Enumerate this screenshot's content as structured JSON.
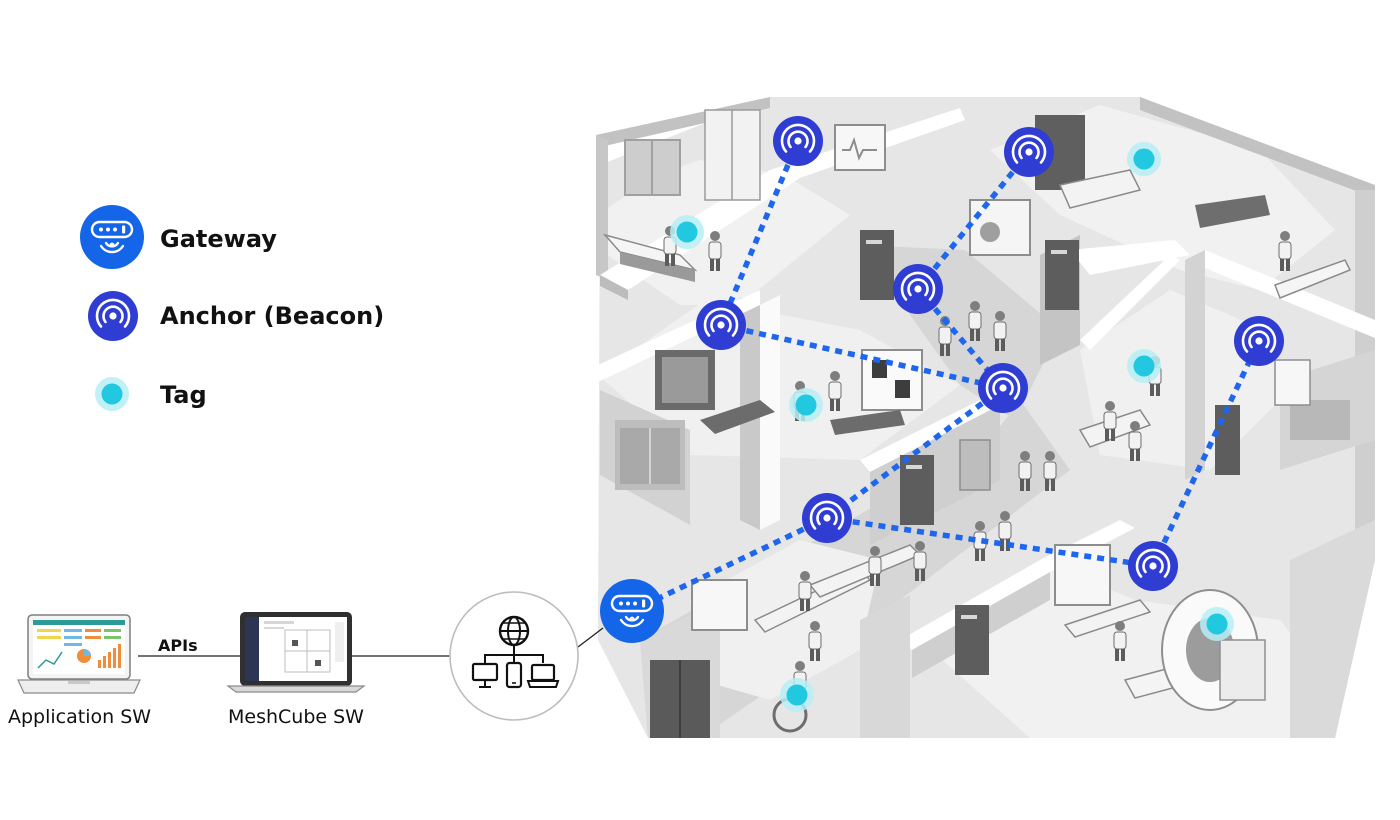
{
  "legend": {
    "gateway_label": "Gateway",
    "anchor_label": "Anchor (Beacon)",
    "tag_label": "Tag"
  },
  "software": {
    "application_label": "Application SW",
    "meshcube_label": "MeshCube SW",
    "apis_label": "APIs"
  },
  "colors": {
    "gateway": "#1565e8",
    "anchor": "#2f3dd3",
    "tag": "#22c8df",
    "tag_halo": "#b6edf5",
    "link": "#1f66ee",
    "floor": "#e6e6e6",
    "wall": "#c9c9c9",
    "wall_dark": "#8f8f8f"
  },
  "icons": {
    "gateway": "gateway-router-icon",
    "anchor": "beacon-signal-icon",
    "tag": "tag-dot-icon",
    "network": "globe-network-icon"
  }
}
